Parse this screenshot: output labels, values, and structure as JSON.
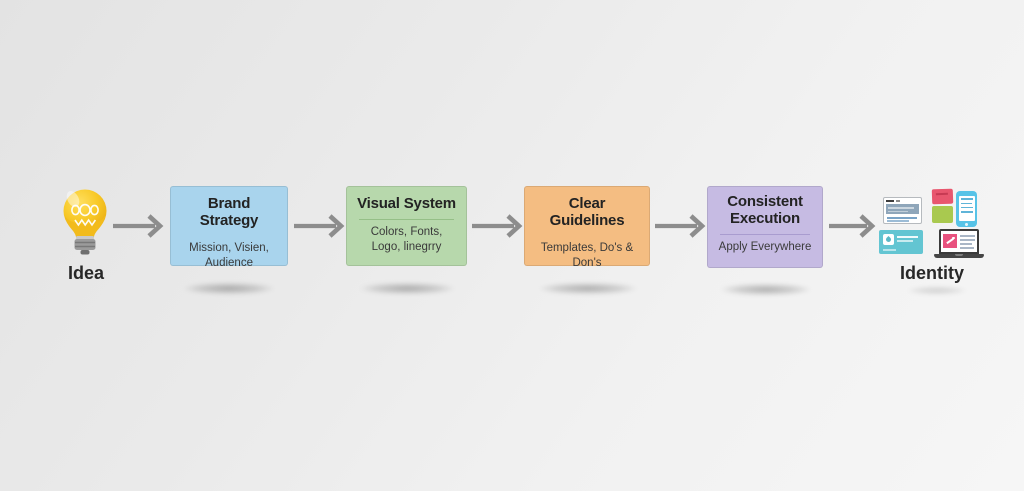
{
  "flow": {
    "start": {
      "label": "Idea",
      "icon": "lightbulb-icon"
    },
    "steps": [
      {
        "title": "Brand Strategy",
        "subtitle": "Mission, Visien,\nAudience",
        "bg": "#a9d4ed",
        "divider": "#74a8c7"
      },
      {
        "title": "Visual System",
        "subtitle": "Colors, Fonts,\nLogo, linegrry",
        "bg": "#b7d8ac",
        "divider": "#8cb97e"
      },
      {
        "title": "Clear Guidelines",
        "subtitle": "Templates, Do's & Don's",
        "bg": "#f4bd82",
        "divider": "#cf9a58"
      },
      {
        "title": "Consistent Execution",
        "subtitle": "Apply Everywhere",
        "bg": "#c6bbe3",
        "divider": "#a195c9"
      }
    ],
    "end": {
      "label": "Identity",
      "icons": [
        {
          "name": "browser-window-icon",
          "color": "#8fa6ba"
        },
        {
          "name": "sticky-note-red-icon",
          "color": "#e8566e"
        },
        {
          "name": "sticky-note-green-icon",
          "color": "#a9c94f"
        },
        {
          "name": "smartphone-icon",
          "color": "#57c3e7"
        },
        {
          "name": "business-card-icon",
          "color": "#63c5d2"
        },
        {
          "name": "laptop-icon",
          "color": "#e8517e"
        }
      ]
    },
    "arrow_color": "#8d8d8d",
    "bulb_color": "#f6c51f"
  }
}
